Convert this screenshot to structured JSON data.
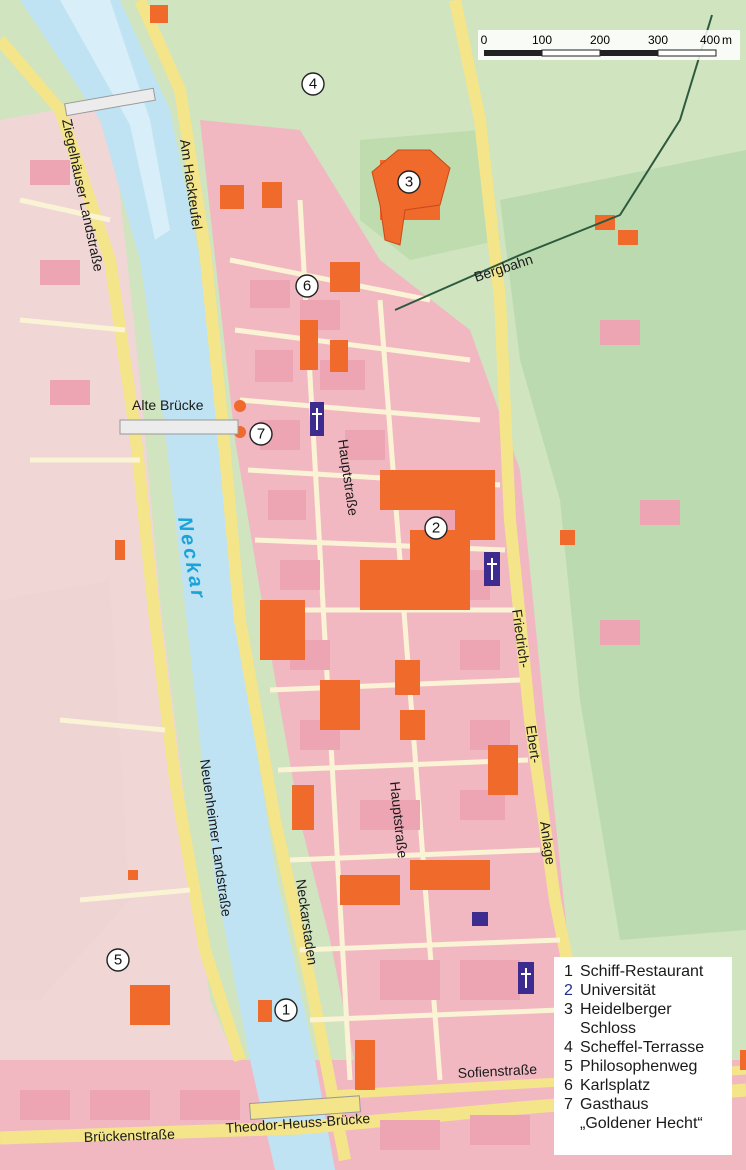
{
  "map": {
    "river_name": "Neckar",
    "labels": {
      "ziegelhaeuser": "Ziegelhäuser Landstraße",
      "am_haeckteufel": "Am Hackteufel",
      "alte_bruecke": "Alte Brücke",
      "hauptstrasse_1": "Hauptstraße",
      "hauptstrasse_2": "Hauptstraße",
      "bergbahn": "Bergbahn",
      "friedrich": "Friedrich-",
      "ebert": "Ebert-",
      "anlage": "Anlage",
      "neuenheimer": "Neuenheimer Landstraße",
      "neckarstaden": "Neckarstaden",
      "sofienstrasse": "Sofienstraße",
      "theodor_heuss": "Theodor-Heuss-Brücke",
      "brueckenstrasse": "Brückenstraße"
    },
    "markers": [
      "1",
      "2",
      "3",
      "4",
      "5",
      "6",
      "7"
    ]
  },
  "scale": {
    "ticks": [
      "0",
      "100",
      "200",
      "300",
      "400"
    ],
    "unit": "m"
  },
  "legend": {
    "items": [
      {
        "num": "1",
        "text": "Schiff-Restaurant",
        "num_color": "#1a1a1a"
      },
      {
        "num": "2",
        "text": "Universität",
        "num_color": "#22308a"
      },
      {
        "num": "3",
        "text": "Heidelberger",
        "num_color": "#1a1a1a"
      },
      {
        "num": "",
        "text": "Schloss",
        "num_color": "#1a1a1a"
      },
      {
        "num": "4",
        "text": "Scheffel-Terrasse",
        "num_color": "#1a1a1a"
      },
      {
        "num": "5",
        "text": "Philosophenweg",
        "num_color": "#1a1a1a"
      },
      {
        "num": "6",
        "text": "Karlsplatz",
        "num_color": "#1a1a1a"
      },
      {
        "num": "7",
        "text": "Gasthaus",
        "num_color": "#1a1a1a"
      },
      {
        "num": "",
        "text": "„Goldener Hecht“",
        "num_color": "#1a1a1a"
      }
    ]
  },
  "colors": {
    "land": "#cfe4bf",
    "town": "#f2b8c2",
    "street": "#fbf3d5",
    "main_road": "#f4e58a",
    "river": "#bfe3f2",
    "highlight_building": "#f06a2c",
    "church": "#3d2b8f",
    "rail": "#2d5a3e"
  }
}
